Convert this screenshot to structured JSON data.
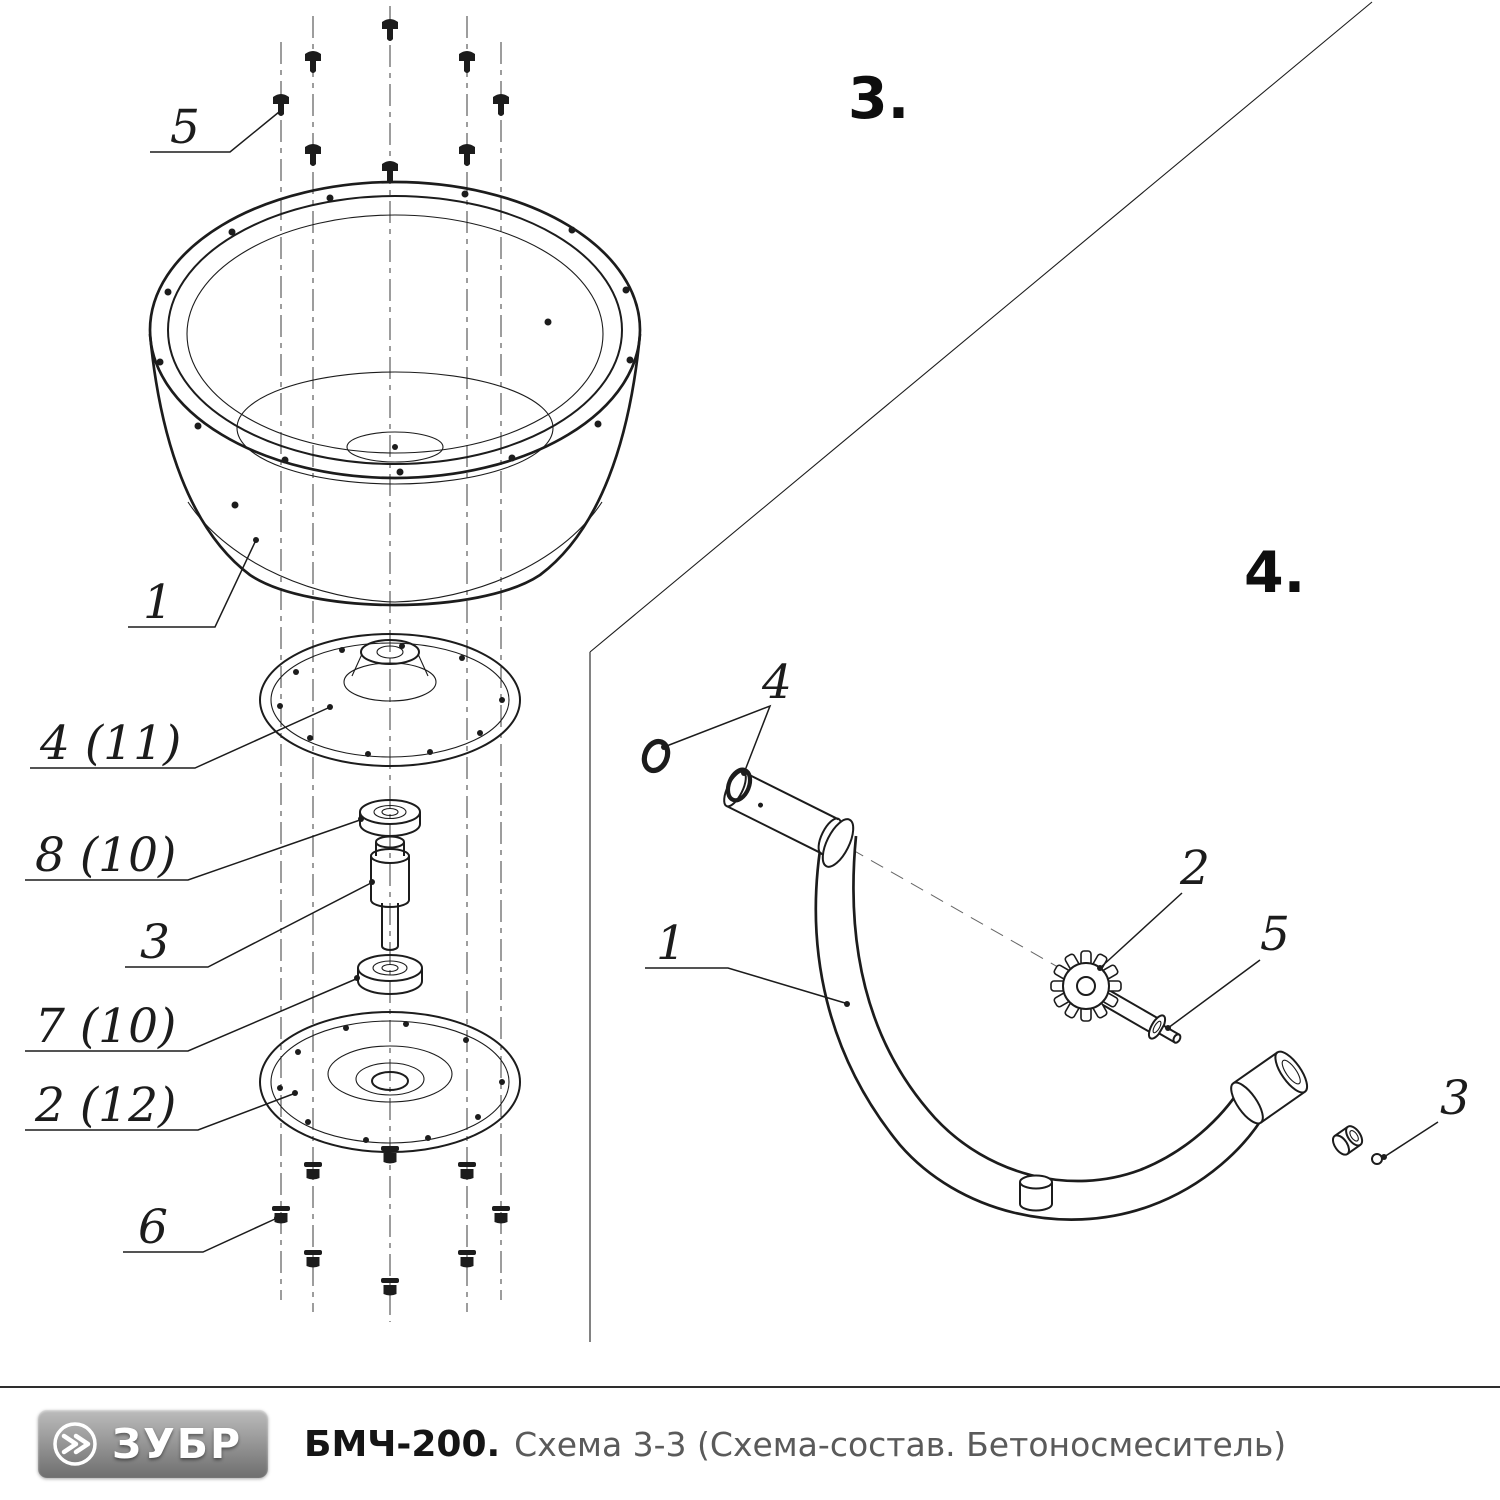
{
  "colors": {
    "ink": "#1c1c1c",
    "caption-gray": "#5a5a5a",
    "logo-gray-1": "#bcbcbc",
    "logo-gray-2": "#6e6e6e"
  },
  "figure3": {
    "title": "3.",
    "labels": {
      "l5": "5",
      "l1": "1",
      "l4": "4 (11)",
      "l8": "8 (10)",
      "l3": "3",
      "l7": "7 (10)",
      "l2": "2 (12)",
      "l6": "6"
    }
  },
  "figure4": {
    "title": "4.",
    "labels": {
      "l4": "4",
      "l2": "2",
      "l5": "5",
      "l1": "1",
      "l3": "3"
    }
  },
  "footer": {
    "brand": "ЗУБР",
    "model": "БМЧ-200.",
    "caption": "Схема 3-3 (Схема-состав. Бетоносмеситель)"
  }
}
